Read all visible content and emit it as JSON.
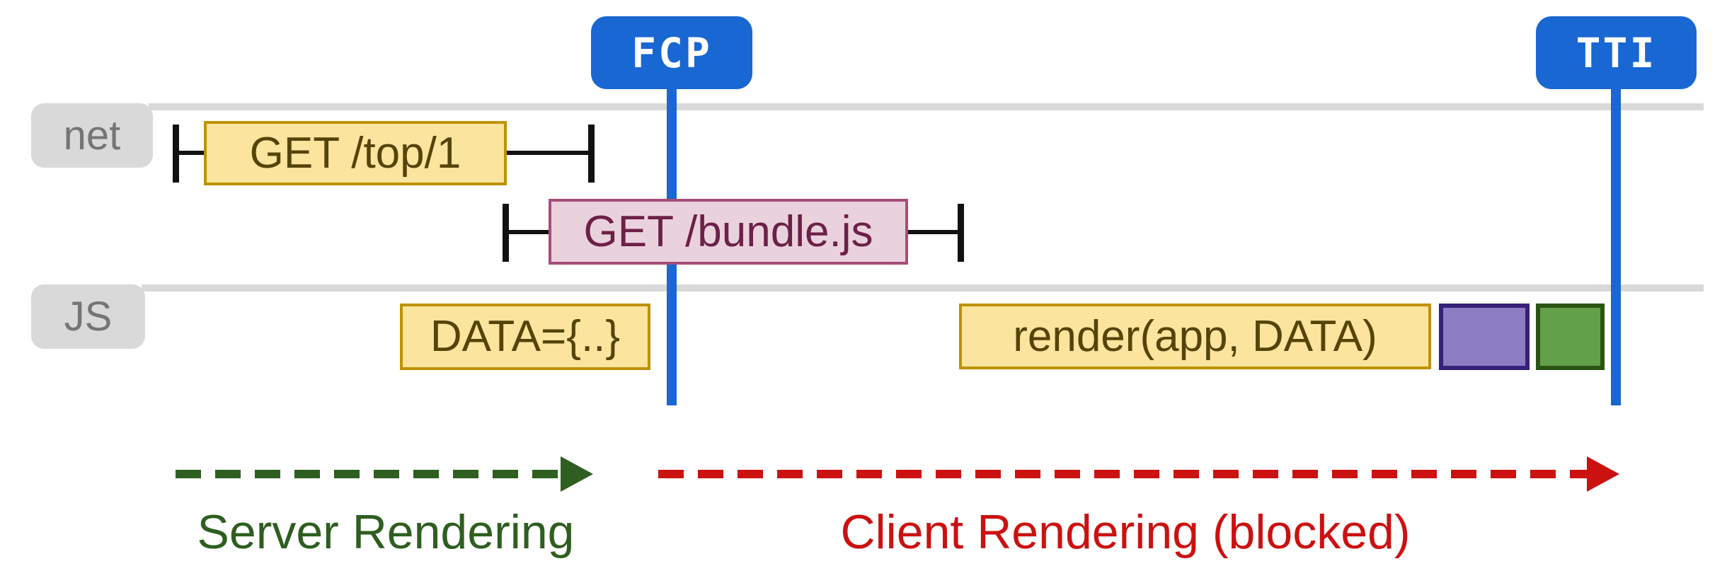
{
  "diagram": {
    "title_semantic": "Client-side rendering performance timeline",
    "markers": {
      "fcp": {
        "label": "FCP"
      },
      "tti": {
        "label": "TTI"
      }
    },
    "lanes": {
      "net": {
        "label": "net"
      },
      "js": {
        "label": "JS"
      }
    },
    "network_requests": [
      {
        "label": "GET /top/1"
      },
      {
        "label": "GET /bundle.js"
      }
    ],
    "js_tasks": [
      {
        "label": "DATA={..}"
      },
      {
        "label": "render(app, DATA)"
      },
      {
        "label": "",
        "color": "#8b7cc4"
      },
      {
        "label": "",
        "color": "#62a14a"
      }
    ],
    "phases": [
      {
        "label": "Server Rendering",
        "color": "#2e5e20"
      },
      {
        "label": "Client Rendering (blocked)",
        "color": "#cc1111"
      }
    ],
    "colors": {
      "marker_blue": "#1967d2",
      "lane_gray": "#d9d9d9",
      "lane_text_gray": "#757575",
      "task_yellow_fill": "#fbe49d",
      "task_yellow_border": "#bd9204",
      "task_yellow_text": "#554408",
      "request_pink_fill": "#ead2dd",
      "request_pink_border": "#a64d79",
      "request_pink_text": "#6d2048",
      "purple_fill": "#8b7cc4",
      "purple_border": "#372078",
      "green_fill": "#62a14a",
      "green_border": "#2b5414",
      "server_phase_green": "#2e5e20",
      "client_phase_red": "#cc1111"
    }
  }
}
